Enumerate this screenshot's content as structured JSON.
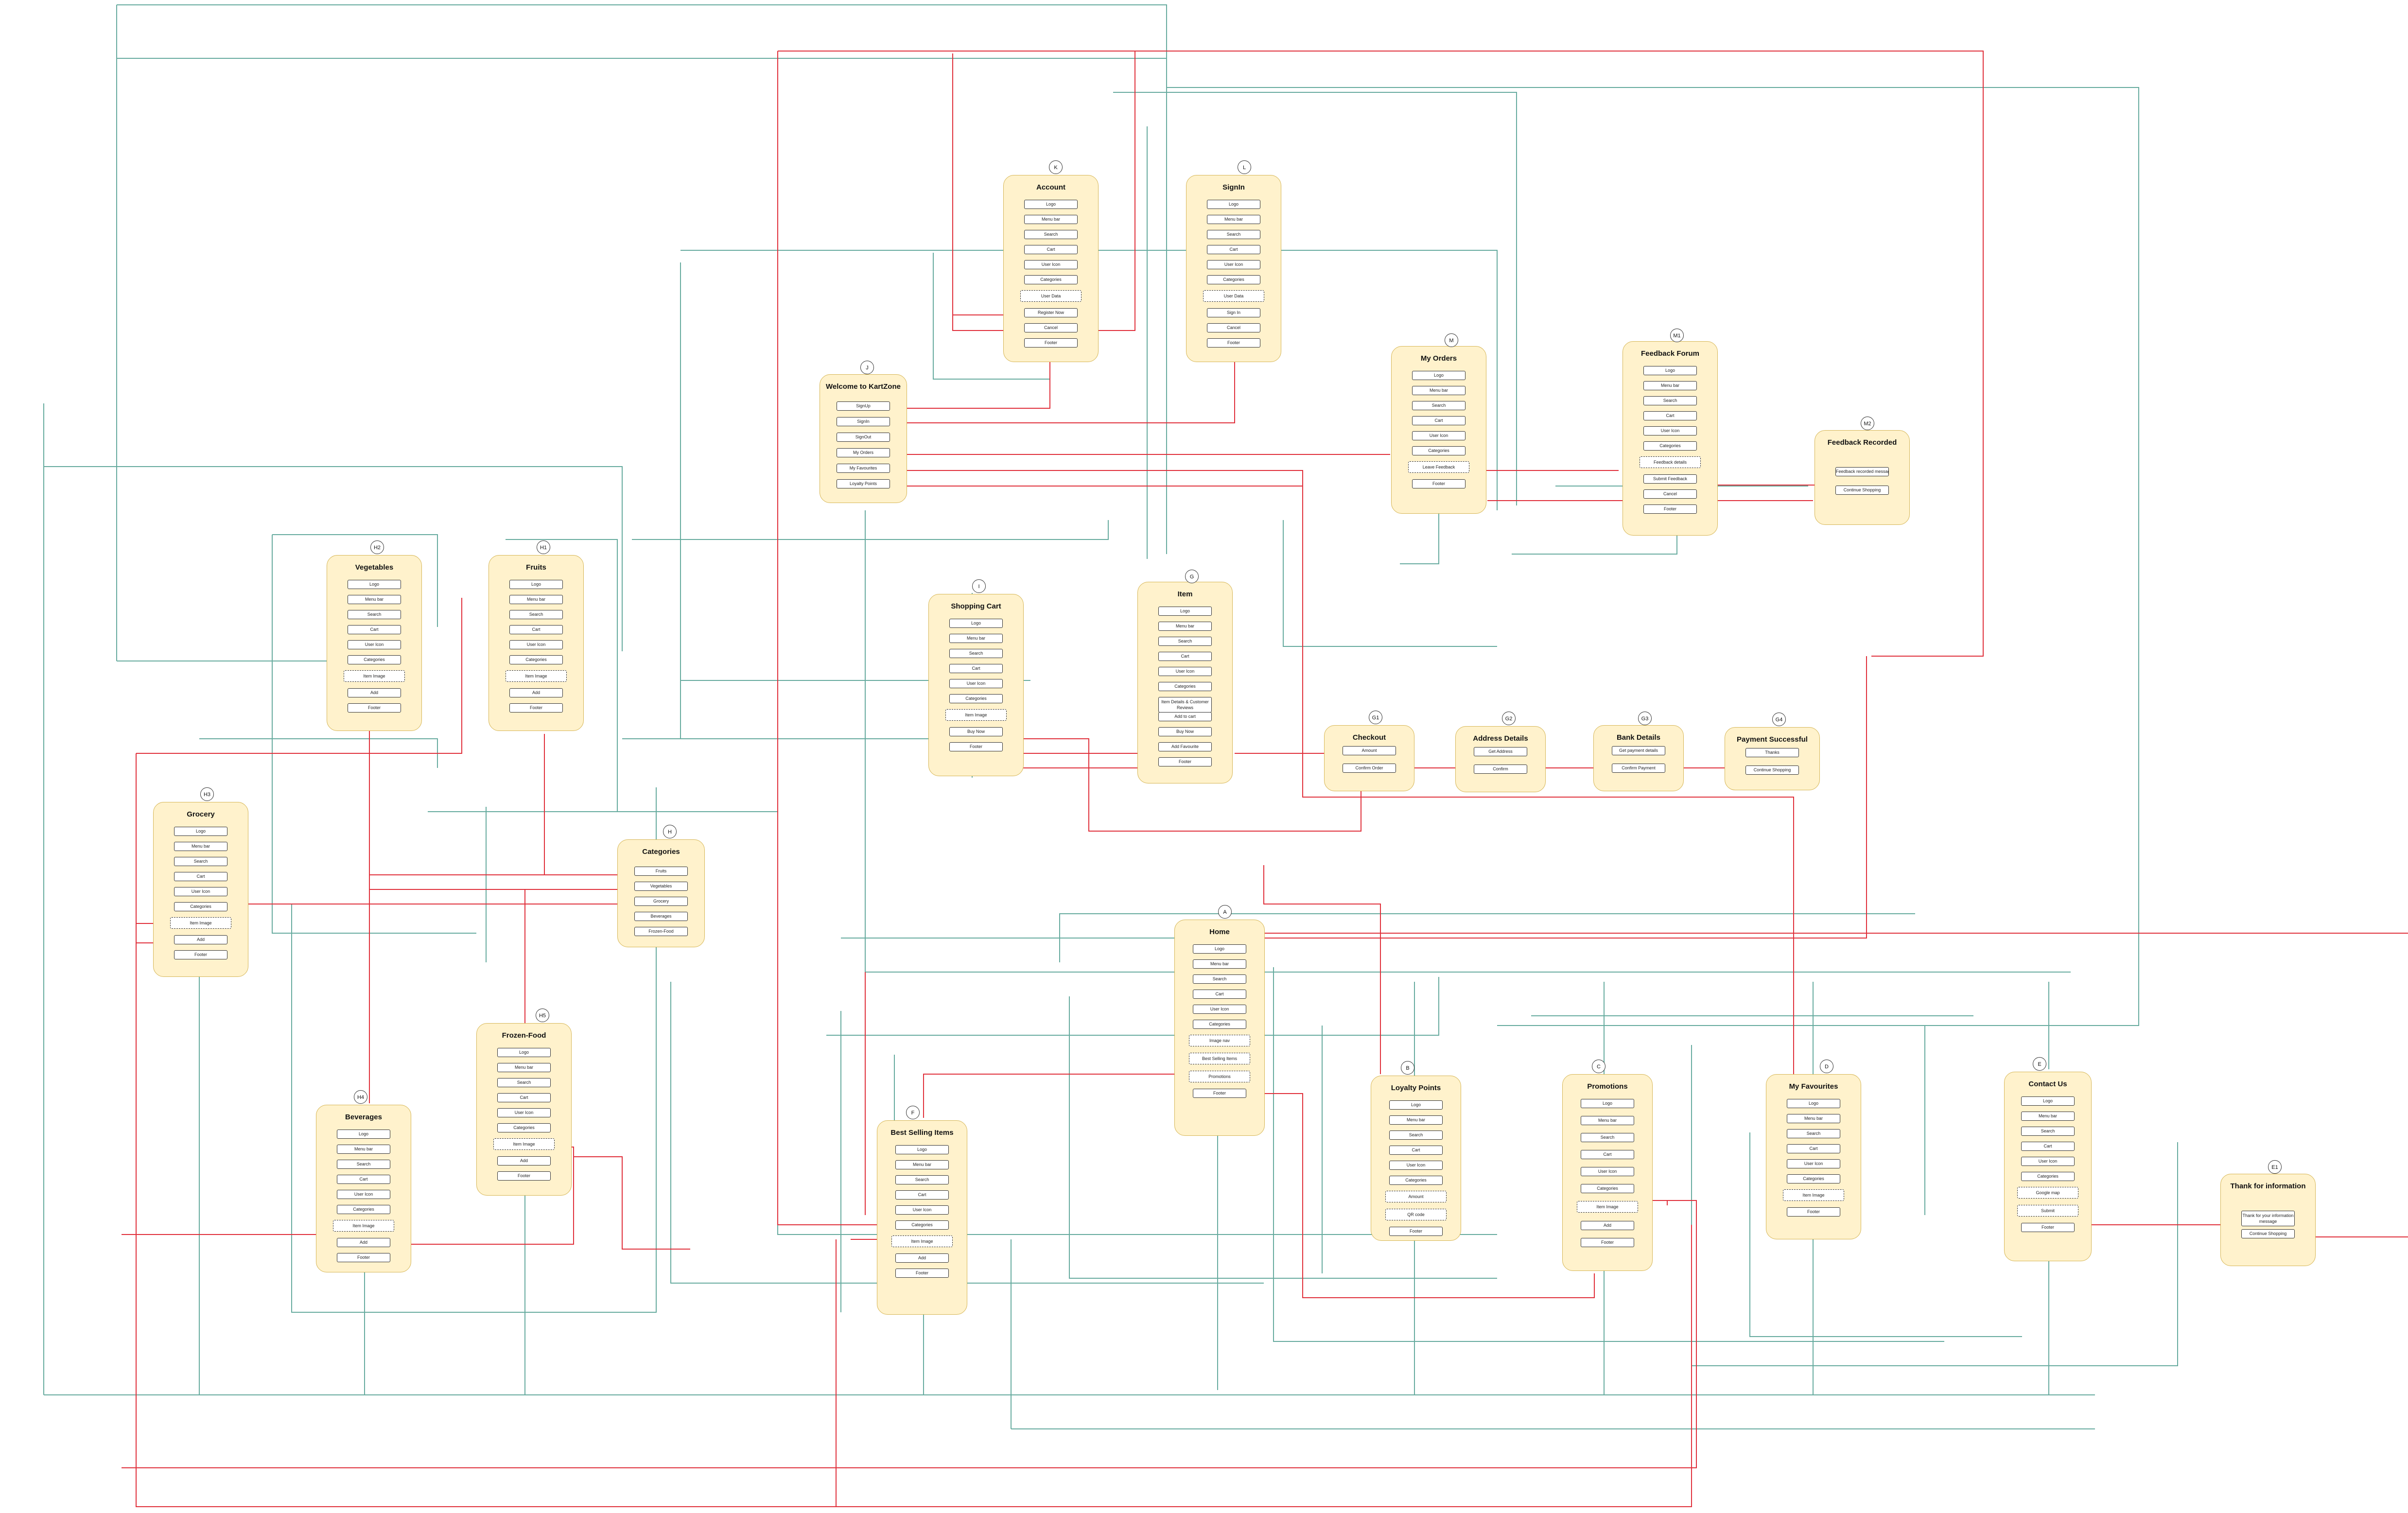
{
  "colors": {
    "card_fill": "#fff2cc",
    "card_border": "#d6b656",
    "teal_link": "#67ab9f",
    "red_link": "#e0303b"
  },
  "cards": [
    {
      "id": "K",
      "title": "Account",
      "fields": [
        "Logo",
        "Menu bar",
        "Search",
        "Cart",
        "User Icon",
        "Categories",
        "User Data",
        "Register Now",
        "Cancel",
        "Footer"
      ]
    },
    {
      "id": "L",
      "title": "SignIn",
      "fields": [
        "Logo",
        "Menu bar",
        "Search",
        "Cart",
        "User Icon",
        "Categories",
        "User Data",
        "Sign In",
        "Cancel",
        "Footer"
      ]
    },
    {
      "id": "J",
      "title": "Welcome to KartZone",
      "fields": [
        "SignUp",
        "SignIn",
        "SignOut",
        "My Orders",
        "My Favourites",
        "Loyalty Points"
      ]
    },
    {
      "id": "M",
      "title": "My Orders",
      "fields": [
        "Logo",
        "Menu bar",
        "Search",
        "Cart",
        "User Icon",
        "Categories",
        "Leave Feedback",
        "Footer"
      ]
    },
    {
      "id": "M1",
      "title": "Feedback Forum",
      "fields": [
        "Logo",
        "Menu bar",
        "Search",
        "Cart",
        "User Icon",
        "Categories",
        "Feedback details",
        "Submit Feedback",
        "Cancel",
        "Footer"
      ]
    },
    {
      "id": "M2",
      "title": "Feedback Recorded",
      "fields": [
        "Feedback recorded message",
        "Continue Shopping"
      ]
    },
    {
      "id": "H2",
      "title": "Vegetables",
      "fields": [
        "Logo",
        "Menu bar",
        "Search",
        "Cart",
        "User Icon",
        "Categories",
        "Item Image",
        "Add",
        "Footer"
      ]
    },
    {
      "id": "H1",
      "title": "Fruits",
      "fields": [
        "Logo",
        "Menu bar",
        "Search",
        "Cart",
        "User Icon",
        "Categories",
        "Item Image",
        "Add",
        "Footer"
      ]
    },
    {
      "id": "I",
      "title": "Shopping Cart",
      "fields": [
        "Logo",
        "Menu bar",
        "Search",
        "Cart",
        "User Icon",
        "Categories",
        "Item Image",
        "Buy Now",
        "Footer"
      ]
    },
    {
      "id": "G",
      "title": "Item",
      "fields": [
        "Logo",
        "Menu bar",
        "Search",
        "Cart",
        "User Icon",
        "Categories",
        "Item Details & Customer Reviews",
        "Add to cart",
        "Buy Now",
        "Add Favourite",
        "Footer"
      ]
    },
    {
      "id": "G1",
      "title": "Checkout",
      "fields": [
        "Amount",
        "Confirm Order"
      ]
    },
    {
      "id": "G2",
      "title": "Address Details",
      "fields": [
        "Get Address",
        "Confirm"
      ]
    },
    {
      "id": "G3",
      "title": "Bank Details",
      "fields": [
        "Get payment details",
        "Confirm Payment"
      ]
    },
    {
      "id": "G4",
      "title": "Payment Successful",
      "fields": [
        "Thanks",
        "Continue Shopping"
      ]
    },
    {
      "id": "H3",
      "title": "Grocery",
      "fields": [
        "Logo",
        "Menu bar",
        "Search",
        "Cart",
        "User Icon",
        "Categories",
        "Item Image",
        "Add",
        "Footer"
      ]
    },
    {
      "id": "H",
      "title": "Categories",
      "fields": [
        "Fruits",
        "Vegetables",
        "Grocery",
        "Beverages",
        "Frozen-Food"
      ]
    },
    {
      "id": "A",
      "title": "Home",
      "fields": [
        "Logo",
        "Menu bar",
        "Search",
        "Cart",
        "User Icon",
        "Categories",
        "Image nav",
        "Best Selling Items",
        "Promotions",
        "Footer"
      ]
    },
    {
      "id": "H5",
      "title": "Frozen-Food",
      "fields": [
        "Logo",
        "Menu bar",
        "Search",
        "Cart",
        "User Icon",
        "Categories",
        "Item Image",
        "Add",
        "Footer"
      ]
    },
    {
      "id": "H4",
      "title": "Beverages",
      "fields": [
        "Logo",
        "Menu bar",
        "Search",
        "Cart",
        "User Icon",
        "Categories",
        "Item Image",
        "Add",
        "Footer"
      ]
    },
    {
      "id": "F",
      "title": "Best Selling Items",
      "fields": [
        "Logo",
        "Menu bar",
        "Search",
        "Cart",
        "User Icon",
        "Categories",
        "Item Image",
        "Add",
        "Footer"
      ]
    },
    {
      "id": "B",
      "title": "Loyalty Points",
      "fields": [
        "Logo",
        "Menu bar",
        "Search",
        "Cart",
        "User Icon",
        "Categories",
        "Amount",
        "QR code",
        "Footer"
      ]
    },
    {
      "id": "C",
      "title": "Promotions",
      "fields": [
        "Logo",
        "Menu bar",
        "Search",
        "Cart",
        "User Icon",
        "Categories",
        "Item Image",
        "Add",
        "Footer"
      ]
    },
    {
      "id": "D",
      "title": "My Favourites",
      "fields": [
        "Logo",
        "Menu bar",
        "Search",
        "Cart",
        "User Icon",
        "Categories",
        "Item Image",
        "Footer"
      ]
    },
    {
      "id": "E",
      "title": "Contact Us",
      "fields": [
        "Logo",
        "Menu bar",
        "Search",
        "Cart",
        "User Icon",
        "Categories",
        "Google map",
        "Submit",
        "Footer"
      ]
    },
    {
      "id": "E1",
      "title": "Thank for information",
      "fields": [
        "Thank for your information message",
        "Continue Shopping"
      ]
    }
  ]
}
